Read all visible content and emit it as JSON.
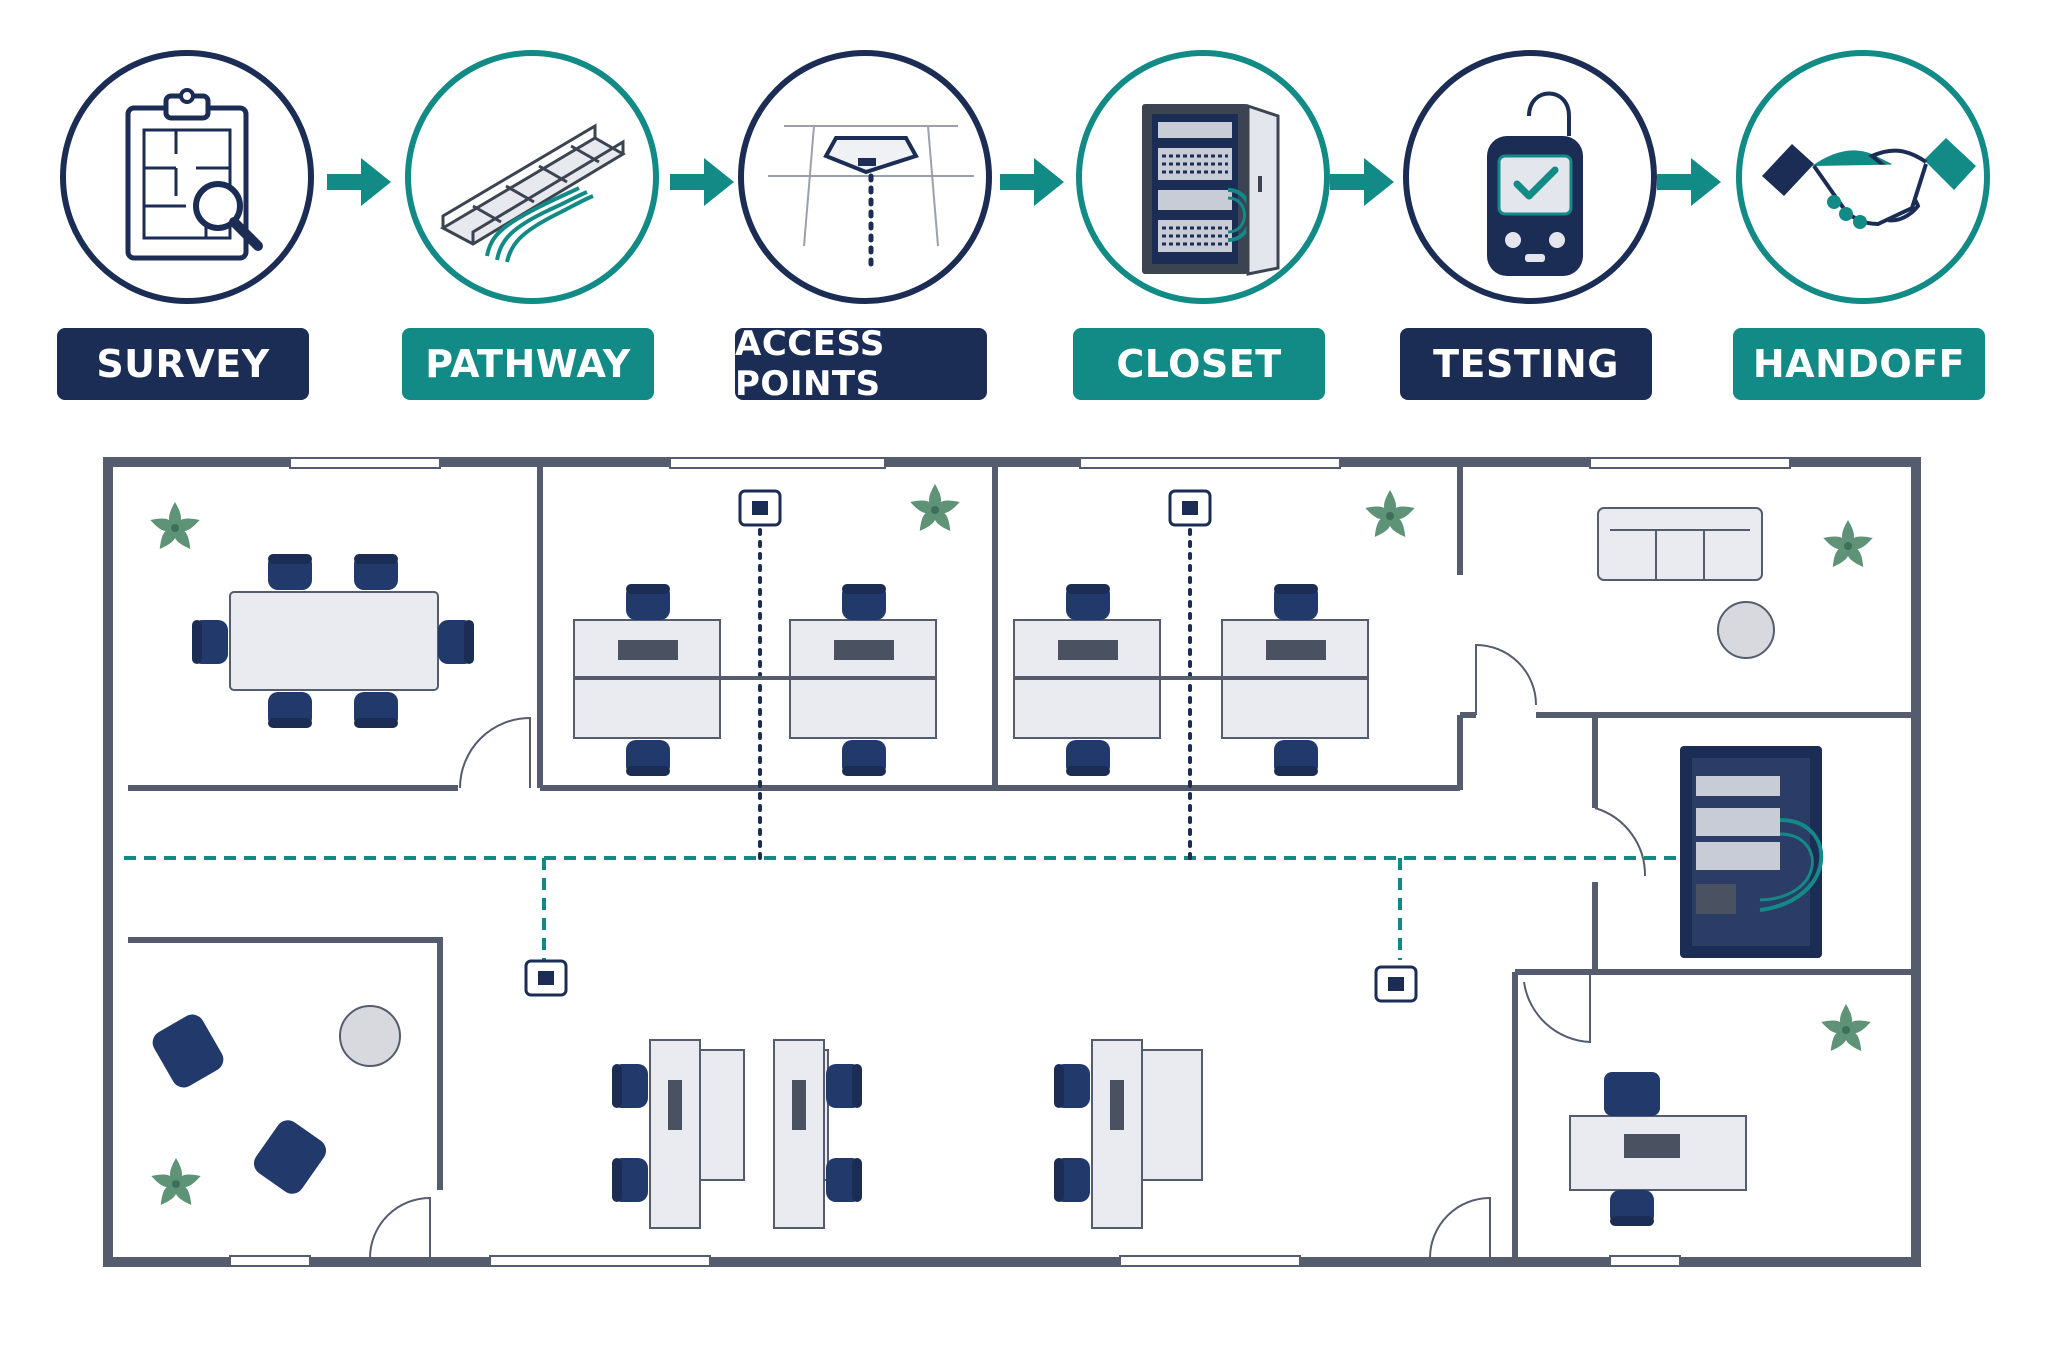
{
  "colors": {
    "navy": "#1c2d55",
    "teal": "#128a86",
    "wall": "#545c6e",
    "furniture": "#e9ebf0",
    "chair": "#223a6b",
    "plant": "#5e9377"
  },
  "steps": [
    {
      "label": "SURVEY",
      "theme": "navy",
      "icon": "clipboard-floorplan-magnifier-icon"
    },
    {
      "label": "PATHWAY",
      "theme": "teal",
      "icon": "cable-tray-icon"
    },
    {
      "label": "ACCESS POINTS",
      "theme": "navy",
      "icon": "ceiling-access-point-icon"
    },
    {
      "label": "CLOSET",
      "theme": "teal",
      "icon": "network-rack-cabinet-icon"
    },
    {
      "label": "TESTING",
      "theme": "navy",
      "icon": "cable-tester-icon"
    },
    {
      "label": "HANDOFF",
      "theme": "teal",
      "icon": "handshake-icon"
    }
  ],
  "floorplan": {
    "rooms": [
      "conference-room",
      "workstation-pod-a",
      "workstation-pod-b",
      "lounge",
      "network-closet",
      "meeting-room",
      "open-office",
      "private-office"
    ],
    "access_point_count": 4,
    "cabling_style": "dashed-teal"
  }
}
